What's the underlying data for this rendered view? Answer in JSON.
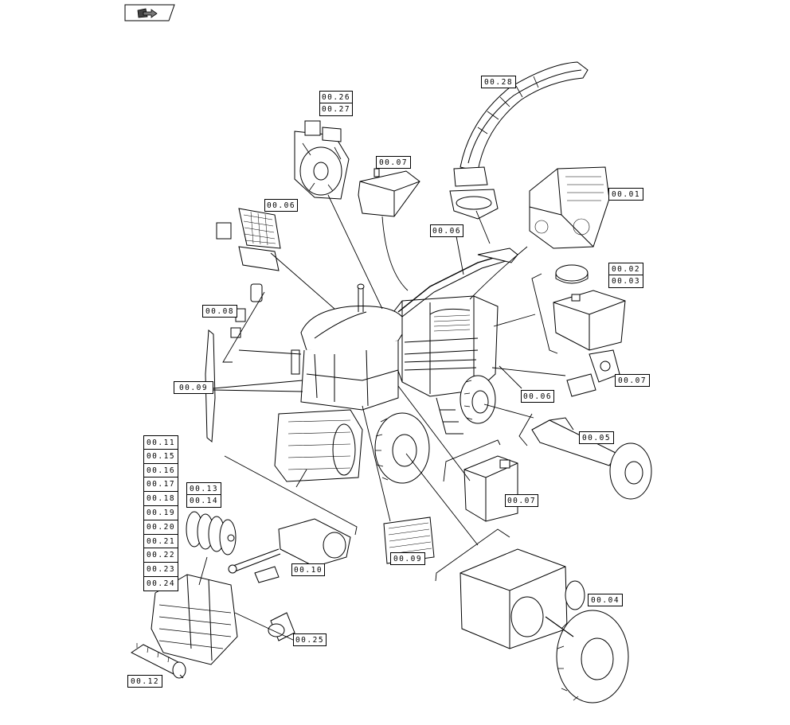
{
  "nav": {
    "icon": "book-arrow-icon"
  },
  "refs": {
    "r0028": "00.28",
    "r0026": "00.26",
    "r0027": "00.27",
    "r0007_tank": "00.07",
    "r0006_screen": "00.06",
    "r0001": "00.01",
    "r0006_spout": "00.06",
    "r0002": "00.02",
    "r0003": "00.03",
    "r0008": "00.08",
    "r0009_cab": "00.09",
    "r0007_pump": "00.07",
    "r0006_rear": "00.06",
    "r0005": "00.05",
    "r0007_hyd": "00.07",
    "r0013": "00.13",
    "r0014": "00.14",
    "r0010": "00.10",
    "r0009_plate": "00.09",
    "r0004": "00.04",
    "r0025": "00.25",
    "r0012": "00.12"
  },
  "ref_stack_left": [
    "00.11",
    "00.15",
    "00.16",
    "00.17",
    "00.18",
    "00.19",
    "00.20",
    "00.21",
    "00.22",
    "00.23",
    "00.24"
  ],
  "colors": {
    "line": "#000000",
    "background": "#ffffff",
    "shade": "#cfcfcf"
  }
}
